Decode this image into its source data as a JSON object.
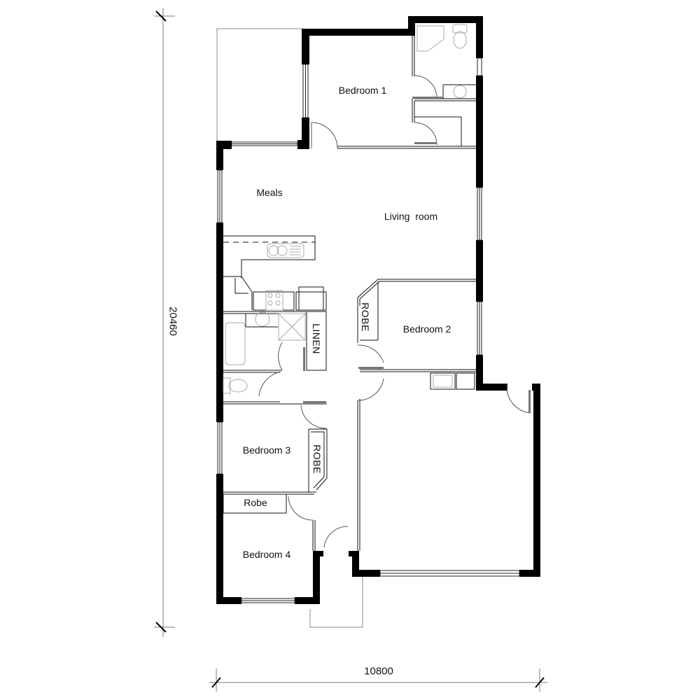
{
  "drawing": {
    "type": "floor-plan",
    "dimensions": {
      "overall_depth": "20460",
      "overall_width": "10800"
    },
    "rooms": [
      {
        "id": "bedroom1",
        "label": "Bedroom 1"
      },
      {
        "id": "meals",
        "label": "Meals"
      },
      {
        "id": "living",
        "label": "Living  room"
      },
      {
        "id": "bedroom2",
        "label": "Bedroom 2"
      },
      {
        "id": "bedroom3",
        "label": "Bedroom 3"
      },
      {
        "id": "bedroom4",
        "label": "Bedroom 4"
      },
      {
        "id": "robe4",
        "label": "Robe"
      }
    ],
    "fixtures": {
      "robe2": "ROBE",
      "robe3": "ROBE",
      "linen": "LINEN"
    },
    "colors": {
      "wall": "#000000",
      "line": "#1a1a1a",
      "fixture": "#b0b0b0",
      "dimension": "#7a7a7a"
    }
  }
}
